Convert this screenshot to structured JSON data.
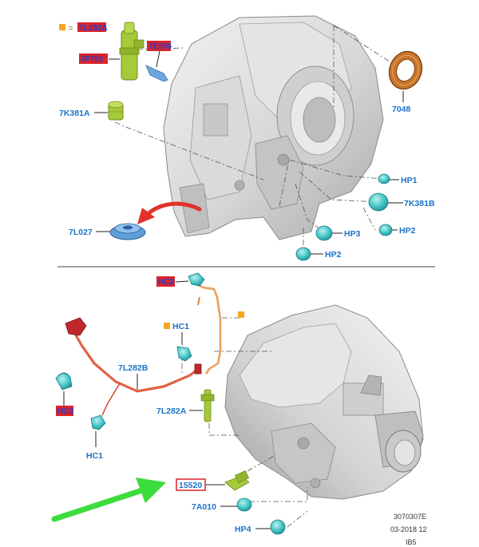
{
  "legend": {
    "swatch_color": "#f5a623",
    "equals": "=",
    "redacted_text": "7L282A"
  },
  "top_view": {
    "labels": {
      "sensor_redacted": "3F792",
      "clip_redacted": "7E395",
      "plug_7k381a": "7K381A",
      "seal_7048": "7048",
      "hp1": "HP1",
      "plug_7k381b": "7K381B",
      "hp2_right": "HP2",
      "hp3": "HP3",
      "hp2_bottom": "HP2",
      "boot_7l027": "7L027"
    }
  },
  "bottom_view": {
    "labels": {
      "clip_redacted_top": "HC2",
      "hc1_upper": "HC1",
      "line_7l282b": "7L282B",
      "clip_redacted_left": "HC3",
      "hc1_lower": "HC1",
      "fitting_7l282a": "7L282A",
      "sensor_15520": "15520",
      "fitting_7a010": "7A010",
      "hp4": "HP4"
    }
  },
  "footer": {
    "ref": "3070307E",
    "date": "03-2018 12",
    "code": "IB5"
  },
  "colors": {
    "label_blue": "#1a73c8",
    "redact_red": "#d9242b",
    "arrow_red": "#e0322a",
    "arrow_green": "#3ddc3d",
    "sensor_green": "#a6c93a",
    "plug_teal": "#43c4c4",
    "seal_orange": "#c8752a",
    "line_orange": "#e1873a",
    "boot_blue": "#5e9fd8"
  }
}
